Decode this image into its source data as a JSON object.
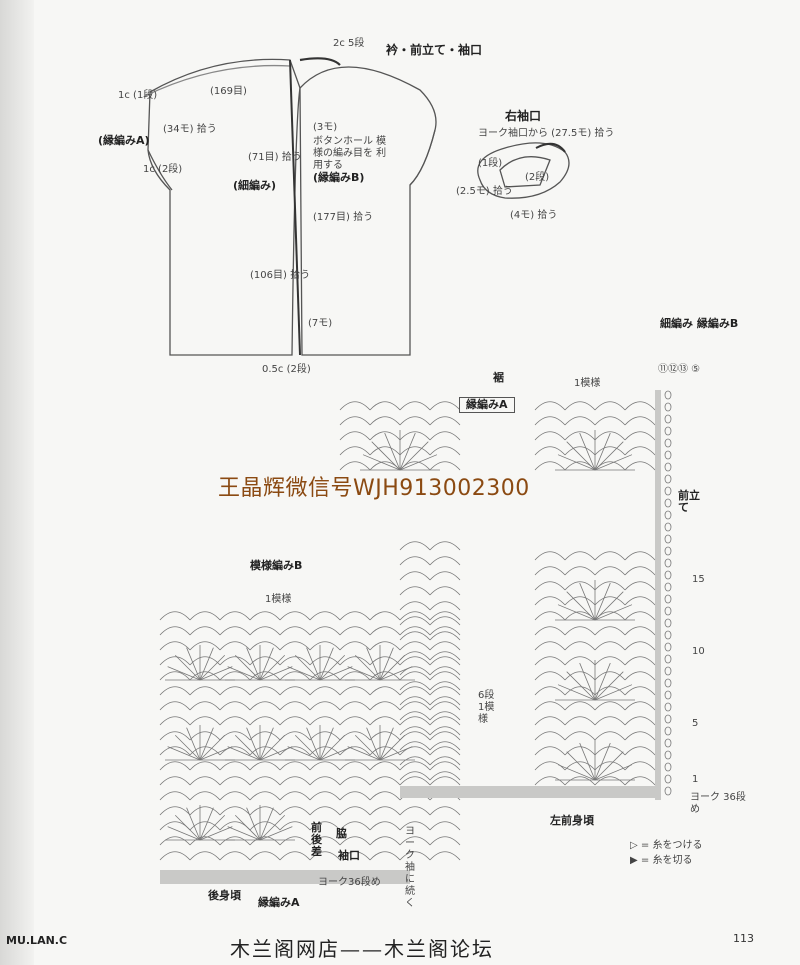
{
  "page_number": "113",
  "watermark": "王晶辉微信号WJH913002300",
  "footer_text": "木兰阁网店——木兰阁论坛",
  "footer_site": "MU.LAN.C",
  "top_diagram": {
    "title": "衿・前立て・袖口",
    "neck_rows": "2c 5段",
    "neck_stitch": "(169目)",
    "side_rows_top": "1c (1段)",
    "side_pick": "(34モ) 拾う",
    "edge_a": "(縁編みA)",
    "side_rows_bottom": "1c (2段)",
    "front_71": "(71目) 拾う",
    "fine": "(細編み)",
    "three_mo": "(3モ)",
    "buttonhole": "ボタンホール 模様の編み目を 利用する",
    "edge_b": "(縁編みB)",
    "front_177": "(177目) 拾う",
    "front_106": "(106目) 拾う",
    "seven_mo": "(7モ)",
    "hem_rows": "0.5c (2段)"
  },
  "sleeve_cuff": {
    "title": "右袖口",
    "yoke_pick": "ヨーク袖口から (27.5モ) 拾う",
    "one_row": "(1段)",
    "two_row": "(2段)",
    "mo25": "(2.5モ) 拾う",
    "mo4": "(4モ) 拾う"
  },
  "chart_labels": {
    "hem": "裾",
    "one_repeat": "1模様",
    "edge_a_box": "縁編みA",
    "fine_edge_b": "細編み 縁編みB",
    "front_band": "前立て",
    "pattern_b": "模様編みB",
    "one_repeat_b": "1模様",
    "six_rows": "6段 1模様",
    "yoke_rows_right": "ヨーク 36段め",
    "left_front": "左前身頃",
    "back_body": "後身頃",
    "edge_a_bottom": "縁編みA",
    "side_center": "前後差",
    "armhole": "脇",
    "sleeve_mouth": "袖口",
    "yoke_continue": "ヨーク袖に続く",
    "yoke_rows_left": "ヨーク36段め",
    "row_markers": [
      "15",
      "10",
      "5",
      "1"
    ],
    "edge_nums": "⑪⑫⑬ ⑤"
  },
  "legend": {
    "attach": "= 糸をつける",
    "cut": "= 糸を切る"
  }
}
